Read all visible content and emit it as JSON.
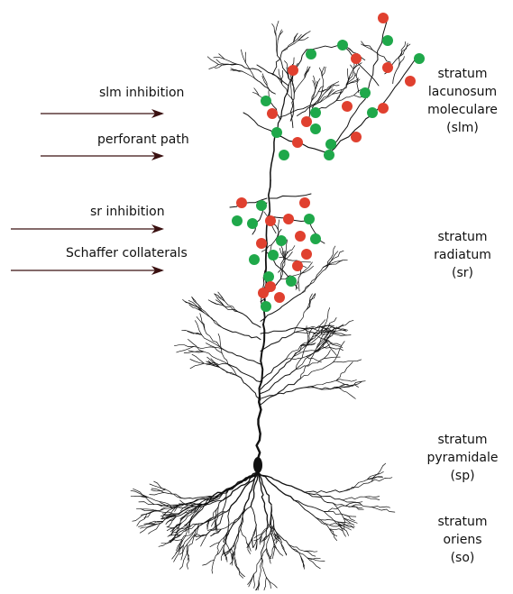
{
  "inputs": {
    "slm_inhibition": "slm inhibition",
    "perforant_path": "perforant path",
    "sr_inhibition": "sr inhibition",
    "schaffer_collaterals": "Schaffer collaterals"
  },
  "layers": {
    "slm": [
      "stratum",
      "lacunosum",
      "moleculare",
      "(slm)"
    ],
    "sr": [
      "stratum",
      "radiatum",
      "(sr)"
    ],
    "sp": [
      "stratum",
      "pyramidale",
      "(sp)"
    ],
    "so": [
      "stratum",
      "oriens",
      "(so)"
    ]
  },
  "colors": {
    "excitatory_synapse": "#1fa84a",
    "inhibitory_synapse": "#e0402f",
    "neuron": "#111111",
    "arrow": "#3a1010"
  }
}
